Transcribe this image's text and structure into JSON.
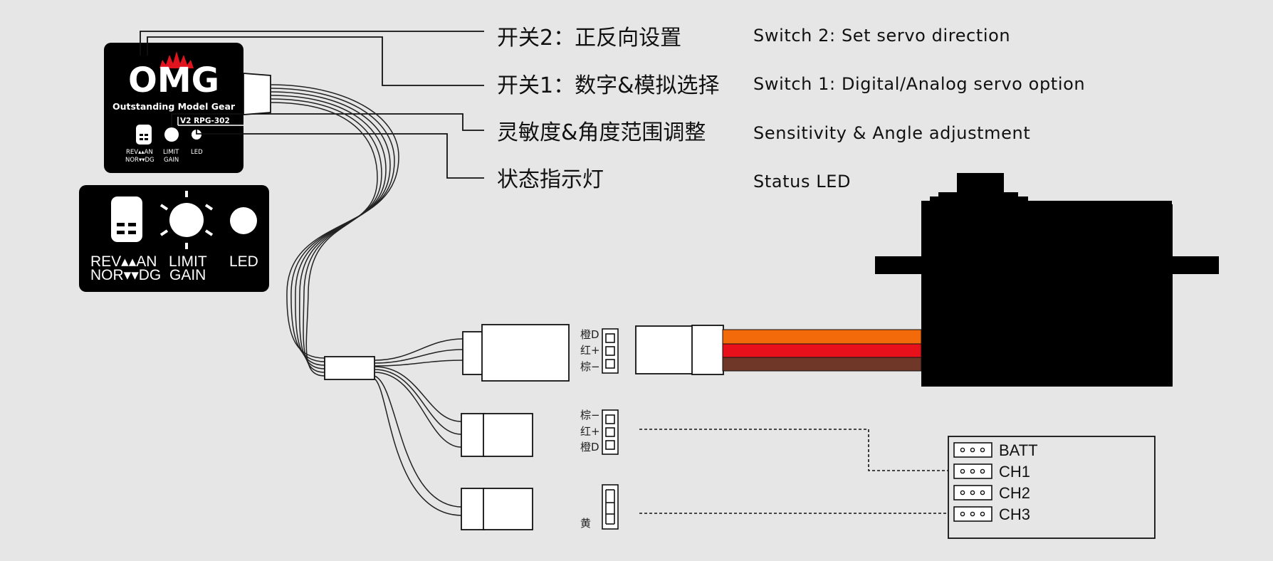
{
  "device": {
    "logo": "OMG",
    "brand": "Outstanding Model Gear",
    "model": "V2 RPG-302",
    "switch_label_top": "REV▴▴AN",
    "switch_label_bottom": "NOR▾▾DG",
    "pot_label_top": "LIMIT",
    "pot_label_bottom": "GAIN",
    "led_label": "LED"
  },
  "legend": {
    "switch_label_top": "REV▴▴AN",
    "switch_label_bottom": "NOR▾▾DG",
    "pot_label_top": "LIMIT",
    "pot_label_bottom": "GAIN",
    "led_label": "LED"
  },
  "callouts": [
    {
      "cn": "开关2：正反向设置",
      "en": "Switch 2: Set servo direction"
    },
    {
      "cn": "开关1：数字&模拟选择",
      "en": "Switch 1: Digital/Analog servo option"
    },
    {
      "cn": "灵敏度&角度范围调整",
      "en": "Sensitivity & Angle adjustment"
    },
    {
      "cn": "状态指示灯",
      "en": "Status LED"
    }
  ],
  "pin_labels": {
    "servo_side": [
      "橙D",
      "红+",
      "棕−"
    ],
    "receiver_side": [
      "棕−",
      "红+",
      "橙D"
    ],
    "yellow": "黄"
  },
  "receiver": {
    "channels": [
      "BATT",
      "CH1",
      "CH2",
      "CH3"
    ]
  },
  "colors": {
    "signal_wire": "#f26a0a",
    "power_wire": "#e8111b",
    "ground_wire": "#6e3728",
    "device_bg": "#000000",
    "logo_accent": "#e0141e"
  }
}
